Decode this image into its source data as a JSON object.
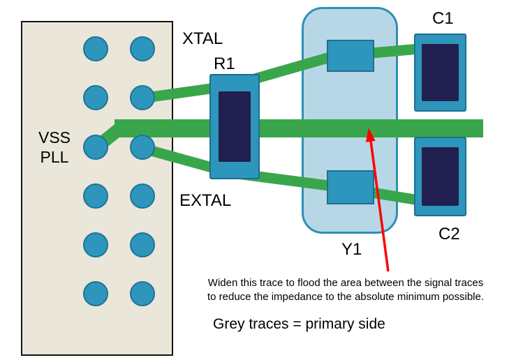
{
  "diagram": {
    "labels": {
      "xtal": "XTAL",
      "extal": "EXTAL",
      "r1": "R1",
      "c1": "C1",
      "c2": "C2",
      "y1": "Y1",
      "vss_pll_line1": "VSS",
      "vss_pll_line2": "PLL"
    },
    "annotation": {
      "line1": "Widen this trace to flood the area between the signal traces",
      "line2": "to reduce the impedance to the absolute minimum possible."
    },
    "caption": "Grey traces = primary side",
    "colors": {
      "trace_green": "#3aa64b",
      "pad_teal": "#2e96bc",
      "pad_border": "#1d6f8e",
      "component_body_navy": "#212050",
      "crystal_fill": "#b7d7e7",
      "crystal_border": "#2e8fb5",
      "chip_fill": "#eae6d9",
      "chip_border": "#141414",
      "arrow_red": "#ff0000",
      "text_black": "#000000"
    }
  }
}
